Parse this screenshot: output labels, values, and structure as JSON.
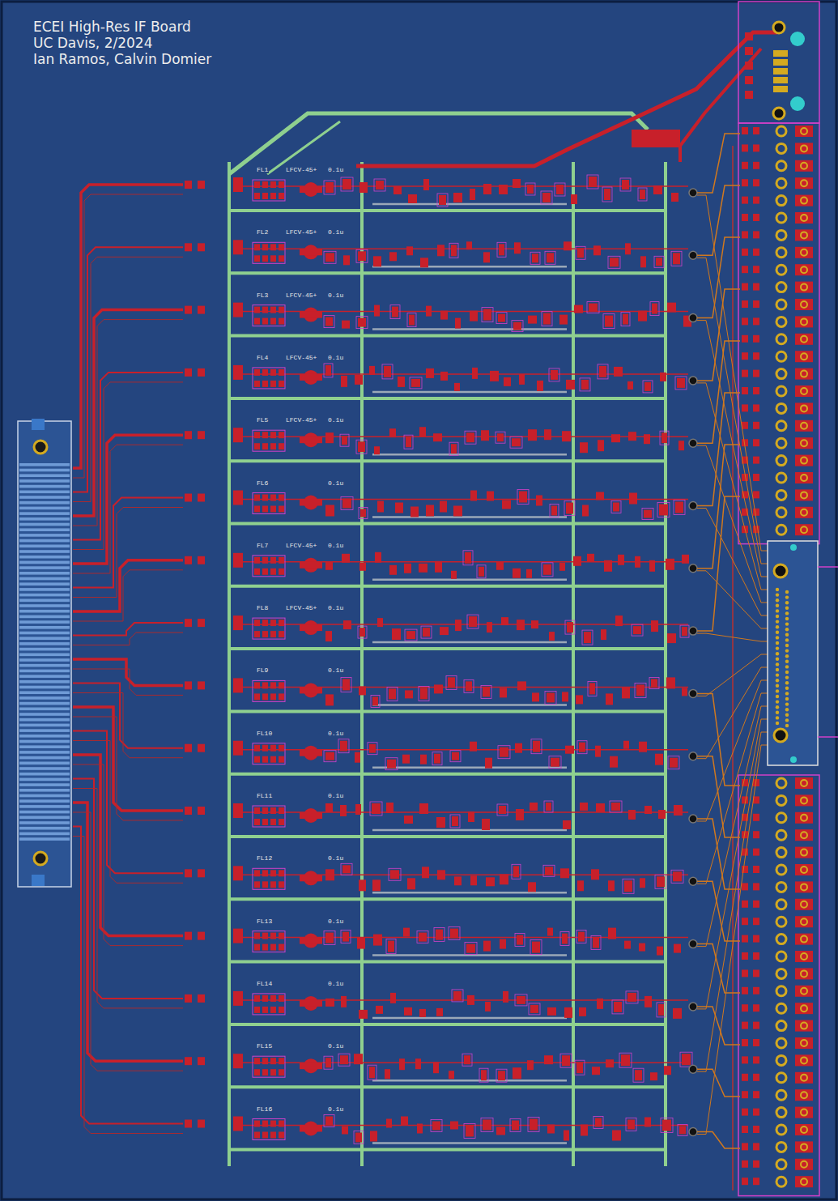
{
  "diagram": {
    "title": "ECEI High-Res IF Board",
    "labels": [
      "UC Davis, 2/2024",
      "Ian Ramos, Calvin Domier",
      "FL1",
      "FL2",
      "FL3",
      "FL4",
      "FL5",
      "FL6",
      "FL7",
      "FL8",
      "FL9",
      "FL10",
      "FL11",
      "FL12",
      "FL13",
      "FL14",
      "FL15",
      "FL16",
      "LFCV-45+",
      "LFCV-45+",
      "LFCV-45+",
      "LFCV-45+",
      "LFCV-45+",
      "LFCV-45+",
      "LFCV-45+",
      "0.1u",
      "0.1u",
      "0.1u",
      "0.1u",
      "0.1u",
      "0.1u",
      "0.1u",
      "0.1u",
      "0.1u",
      "0.1u",
      "0.1u",
      "0.1u",
      "0.1u",
      "0.1u",
      "0.1u",
      "0.1u"
    ]
  }
}
